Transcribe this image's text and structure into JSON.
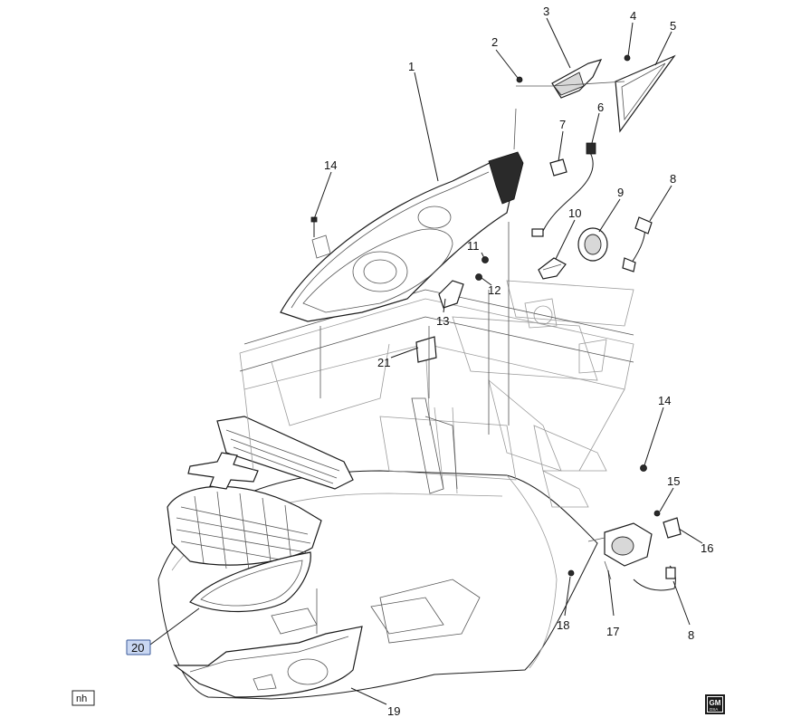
{
  "callouts": [
    {
      "id": "c1",
      "text": "1"
    },
    {
      "id": "c2",
      "text": "2"
    },
    {
      "id": "c3",
      "text": "3"
    },
    {
      "id": "c4",
      "text": "4"
    },
    {
      "id": "c5",
      "text": "5"
    },
    {
      "id": "c6",
      "text": "6"
    },
    {
      "id": "c7",
      "text": "7"
    },
    {
      "id": "c8a",
      "text": "8"
    },
    {
      "id": "c9",
      "text": "9"
    },
    {
      "id": "c10",
      "text": "10"
    },
    {
      "id": "c11",
      "text": "11"
    },
    {
      "id": "c12",
      "text": "12"
    },
    {
      "id": "c13",
      "text": "13"
    },
    {
      "id": "c14a",
      "text": "14"
    },
    {
      "id": "c14b",
      "text": "14"
    },
    {
      "id": "c15",
      "text": "15"
    },
    {
      "id": "c16",
      "text": "16"
    },
    {
      "id": "c17",
      "text": "17"
    },
    {
      "id": "c8b",
      "text": "8"
    },
    {
      "id": "c18",
      "text": "18"
    },
    {
      "id": "c19",
      "text": "19"
    },
    {
      "id": "c20",
      "text": "20"
    },
    {
      "id": "c21",
      "text": "21"
    }
  ],
  "highlighted_callout": "20",
  "footer": {
    "tag_label": "nh",
    "logo_text_top": "GM",
    "logo_text_bottom": "DSA"
  },
  "colors": {
    "line": "#1a1a1a",
    "highlight_fill": "#c9d7f2",
    "highlight_stroke": "#3a5a9a"
  }
}
